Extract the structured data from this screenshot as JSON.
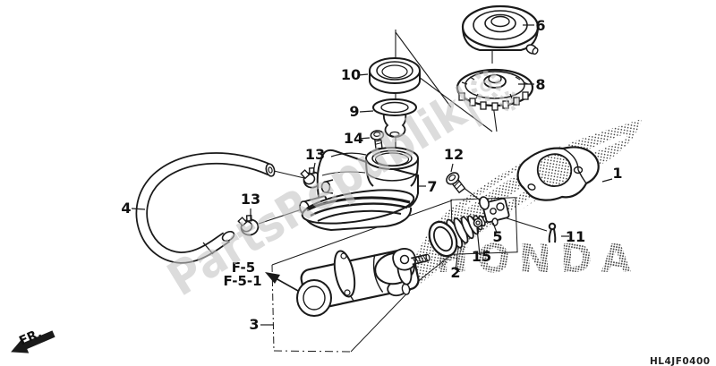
{
  "diagram": {
    "code": "HL4JF0400",
    "front_marker": "FR.",
    "assembly_refs": {
      "primary": "F-5",
      "secondary": "F-5-1"
    },
    "watermarks": {
      "site": "PartsRepublik|",
      "brand": "HONDA"
    },
    "colors": {
      "line": "#1a1a1a",
      "halftone": "#3d3d3d",
      "watermark_gray": "#c6c6c6",
      "background": "#ffffff"
    },
    "callouts": [
      {
        "id": "1",
        "label": "1"
      },
      {
        "id": "2",
        "label": "2"
      },
      {
        "id": "3",
        "label": "3"
      },
      {
        "id": "4",
        "label": "4"
      },
      {
        "id": "5",
        "label": "5"
      },
      {
        "id": "6",
        "label": "6"
      },
      {
        "id": "7",
        "label": "7"
      },
      {
        "id": "8",
        "label": "8"
      },
      {
        "id": "9",
        "label": "9"
      },
      {
        "id": "10",
        "label": "10"
      },
      {
        "id": "11",
        "label": "11"
      },
      {
        "id": "12",
        "label": "12"
      },
      {
        "id": "13a",
        "label": "13"
      },
      {
        "id": "13b",
        "label": "13"
      },
      {
        "id": "14",
        "label": "14"
      },
      {
        "id": "15",
        "label": "15"
      }
    ]
  }
}
